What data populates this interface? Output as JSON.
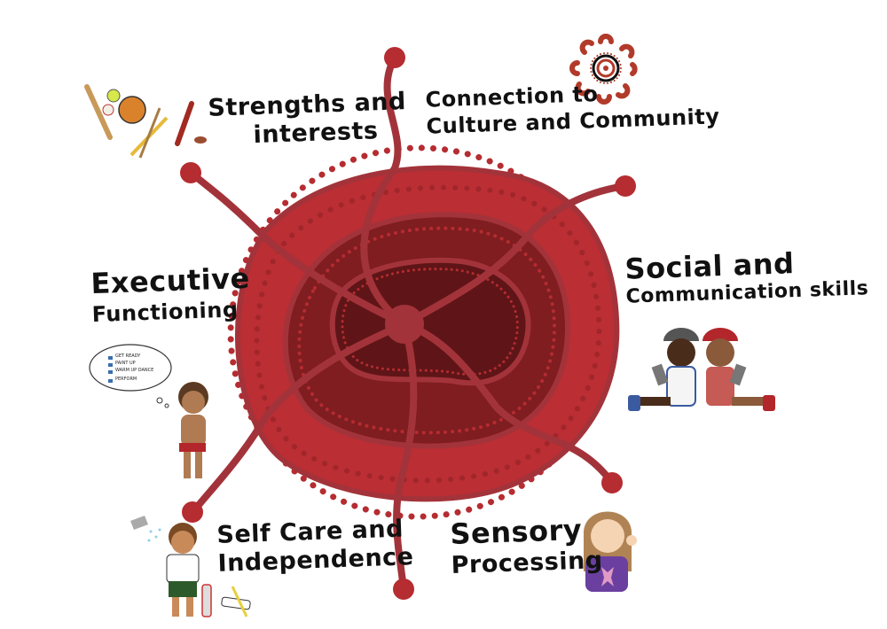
{
  "diagram": {
    "title": "",
    "center": {
      "label": "",
      "colors": {
        "outer": "#bb2e33",
        "mid": "#7f1d20",
        "inner": "#5f1517",
        "lines": "#a3333a",
        "dots": "#b52c31"
      }
    },
    "domains": [
      {
        "id": "strengths",
        "line1": "Strengths and",
        "line2": "interests",
        "illustration": "sports-and-art-items"
      },
      {
        "id": "culture",
        "line1": "Connection to",
        "line2": "Culture and Community",
        "illustration": "aboriginal-sun-symbol"
      },
      {
        "id": "social",
        "line1": "Social and",
        "line2": "Communication skills",
        "illustration": "two-boys-with-tablets"
      },
      {
        "id": "sensory",
        "line1": "Sensory",
        "line2": "Processing",
        "illustration": "girl-listening"
      },
      {
        "id": "selfcare",
        "line1": "Self Care and",
        "line2": "Independence",
        "illustration": "boy-with-toothbrush-and-shower"
      },
      {
        "id": "executive",
        "line1": "Executive",
        "line2": "Functioning",
        "illustration": "boy-thinking-checklist"
      }
    ],
    "checklist": [
      "GET READY",
      "PAINT UP",
      "WARM UP DANCE",
      "PERFORM"
    ]
  }
}
